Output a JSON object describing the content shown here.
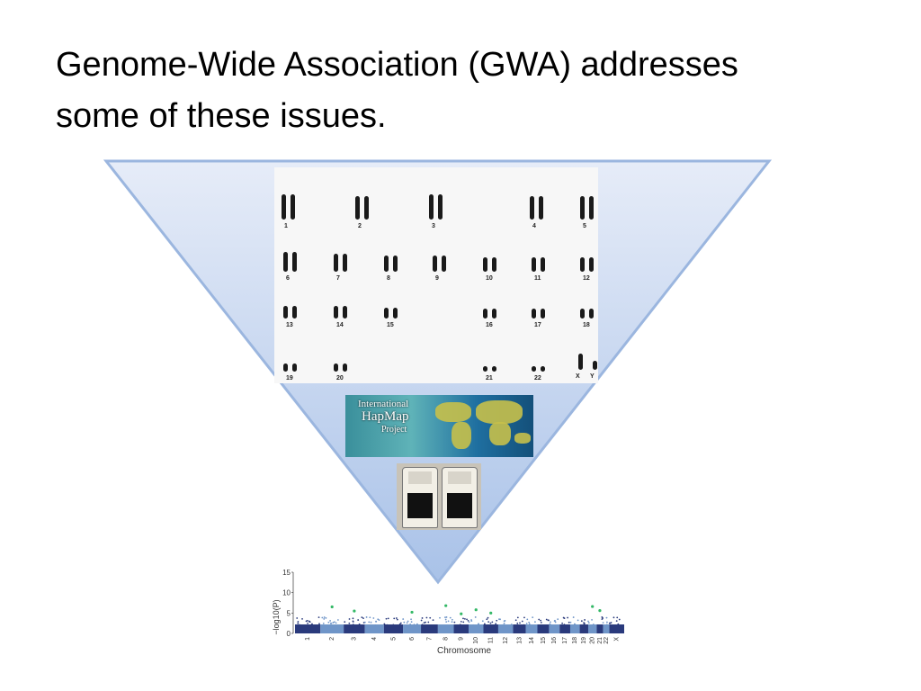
{
  "slide": {
    "title_line1": "Genome-Wide Association (GWA) addresses",
    "title_line2": "some of these issues."
  },
  "karyotype": {
    "chromosome_labels": [
      "1",
      "2",
      "3",
      "4",
      "5",
      "6",
      "7",
      "8",
      "9",
      "10",
      "11",
      "12",
      "13",
      "14",
      "15",
      "16",
      "17",
      "18",
      "19",
      "20",
      "21",
      "22",
      "X",
      "Y"
    ]
  },
  "hapmap_logo": {
    "line1": "International",
    "line2": "HapMap",
    "line3": "Project"
  },
  "manhattan_plot": {
    "ylabel": "−log10(P)",
    "xlabel": "Chromosome",
    "ytick_labels": [
      "15",
      "10",
      "5",
      "0"
    ],
    "xtick_labels": [
      "1",
      "2",
      "3",
      "4",
      "5",
      "6",
      "7",
      "8",
      "9",
      "10",
      "11",
      "12",
      "13",
      "14",
      "15",
      "16",
      "17",
      "18",
      "19",
      "20",
      "21",
      "22",
      "X"
    ]
  },
  "colors": {
    "funnel_top": "#e6ecf8",
    "funnel_bottom": "#a9c2e8",
    "funnel_edge": "#9bb6df",
    "manhattan_dark": "#2a3a7c",
    "manhattan_light": "#6f95c8",
    "manhattan_hit": "#33b866"
  }
}
